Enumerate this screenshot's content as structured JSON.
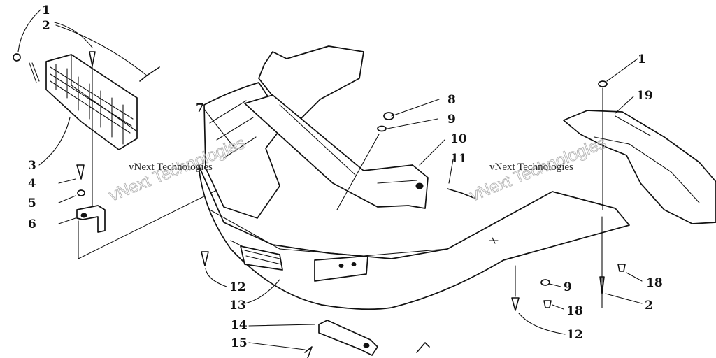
{
  "labels": {
    "l1a": "1",
    "l2a": "2",
    "l3": "3",
    "l4": "4",
    "l5": "5",
    "l6": "6",
    "l7": "7",
    "l8": "8",
    "l9a": "9",
    "l10": "10",
    "l11": "11",
    "l1b": "1",
    "l19": "19",
    "l12a": "12",
    "l13": "13",
    "l14": "14",
    "l15": "15",
    "l9b": "9",
    "l18a": "18",
    "l18b": "18",
    "l2b": "2",
    "l12b": "12"
  },
  "watermarks": {
    "line": "vNext Technologies",
    "outline": "vNext Technologies"
  }
}
